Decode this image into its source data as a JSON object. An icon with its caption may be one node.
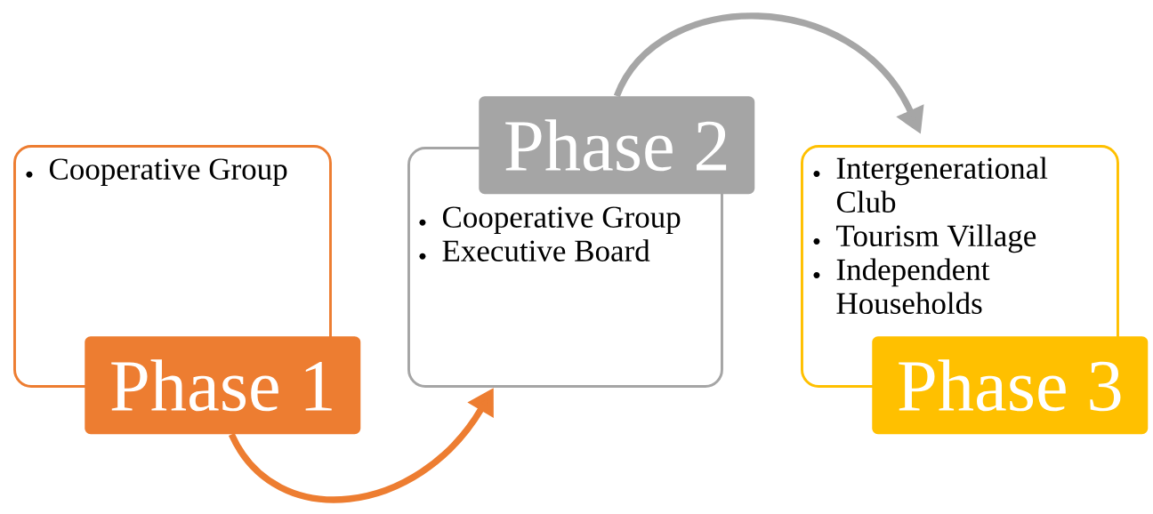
{
  "diagram": {
    "nodes": [
      {
        "text": [
          "Cooperative Group"
        ]
      },
      {
        "text": [
          "Phase 1"
        ]
      },
      {
        "text": [
          "Cooperative Group",
          "Executive Board"
        ]
      },
      {
        "text": [
          "Phase 2"
        ]
      },
      {
        "text": [
          "Intergenerational Club",
          "Tourism Village",
          "Independent Households"
        ]
      },
      {
        "text": [
          "Phase 3"
        ]
      }
    ],
    "edges": [
      {
        "from": 1,
        "to": 2,
        "arrow": "to",
        "color": "#ed7d31"
      },
      {
        "from": 3,
        "to": 4,
        "arrow": "to",
        "color": "#a6a6a6"
      }
    ]
  }
}
